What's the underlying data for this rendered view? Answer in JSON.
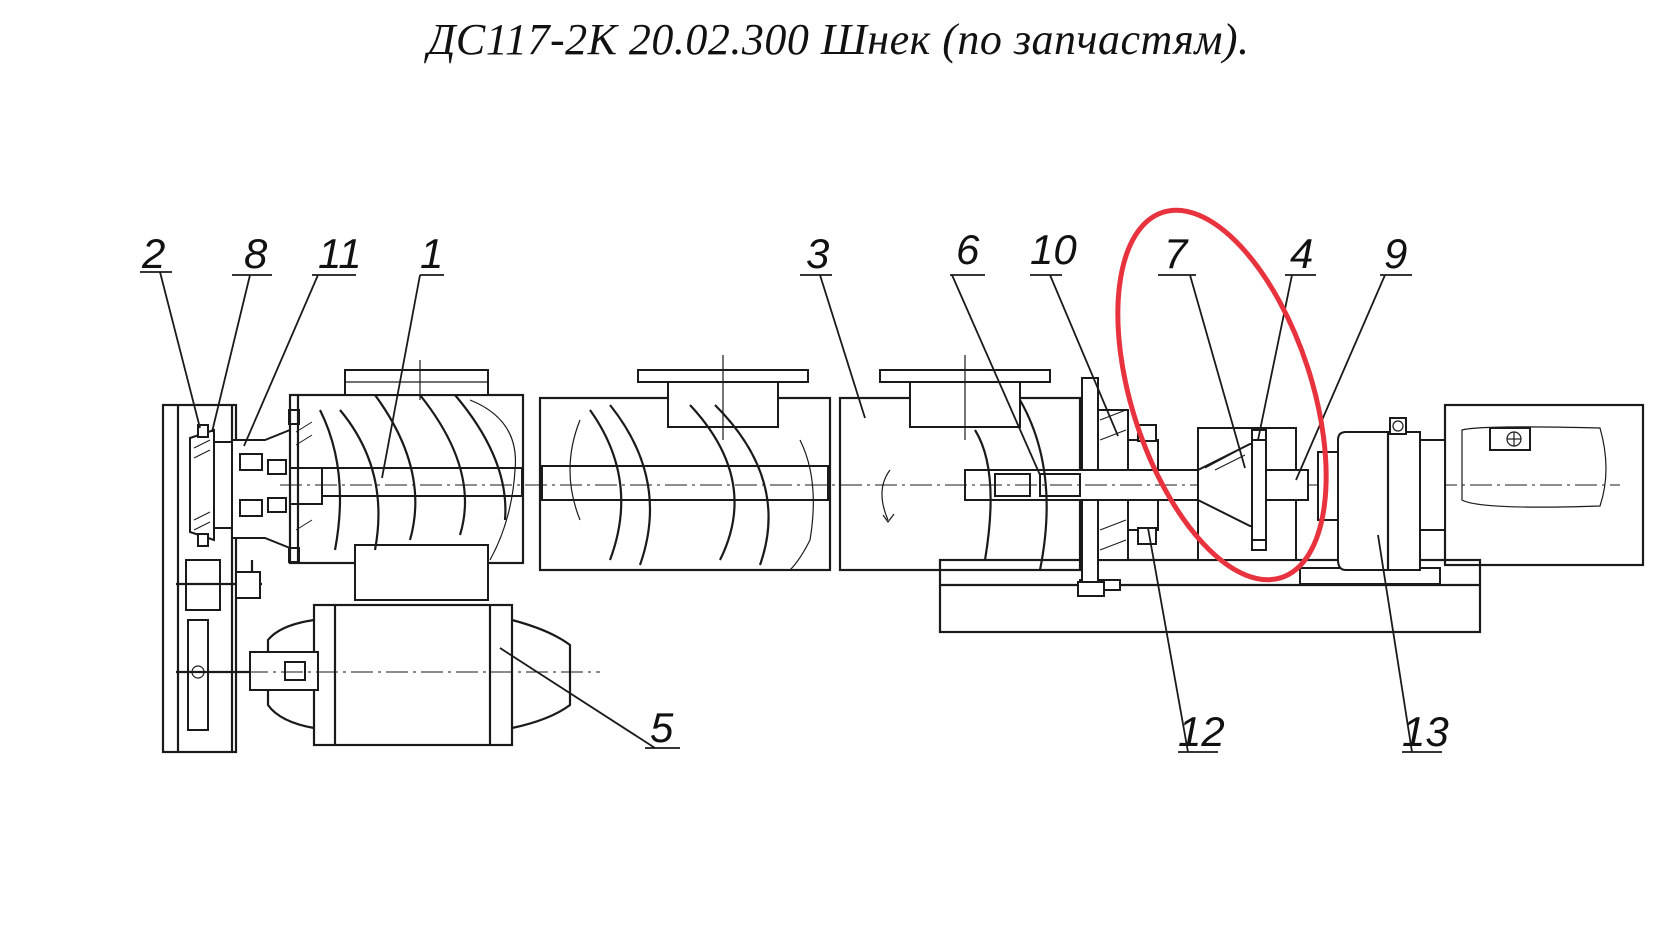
{
  "title": "ДС117-2К 20.02.300 Шнек (по запчастям).",
  "highlight": {
    "color": "#e8333f"
  },
  "callouts": [
    {
      "id": "c2",
      "label": "2"
    },
    {
      "id": "c8",
      "label": "8"
    },
    {
      "id": "c11",
      "label": "11"
    },
    {
      "id": "c1",
      "label": "1"
    },
    {
      "id": "c3",
      "label": "3"
    },
    {
      "id": "c6",
      "label": "6"
    },
    {
      "id": "c10",
      "label": "10"
    },
    {
      "id": "c7",
      "label": "7"
    },
    {
      "id": "c4",
      "label": "4"
    },
    {
      "id": "c9",
      "label": "9"
    },
    {
      "id": "c5",
      "label": "5"
    },
    {
      "id": "c12",
      "label": "12"
    },
    {
      "id": "c13",
      "label": "13"
    }
  ]
}
